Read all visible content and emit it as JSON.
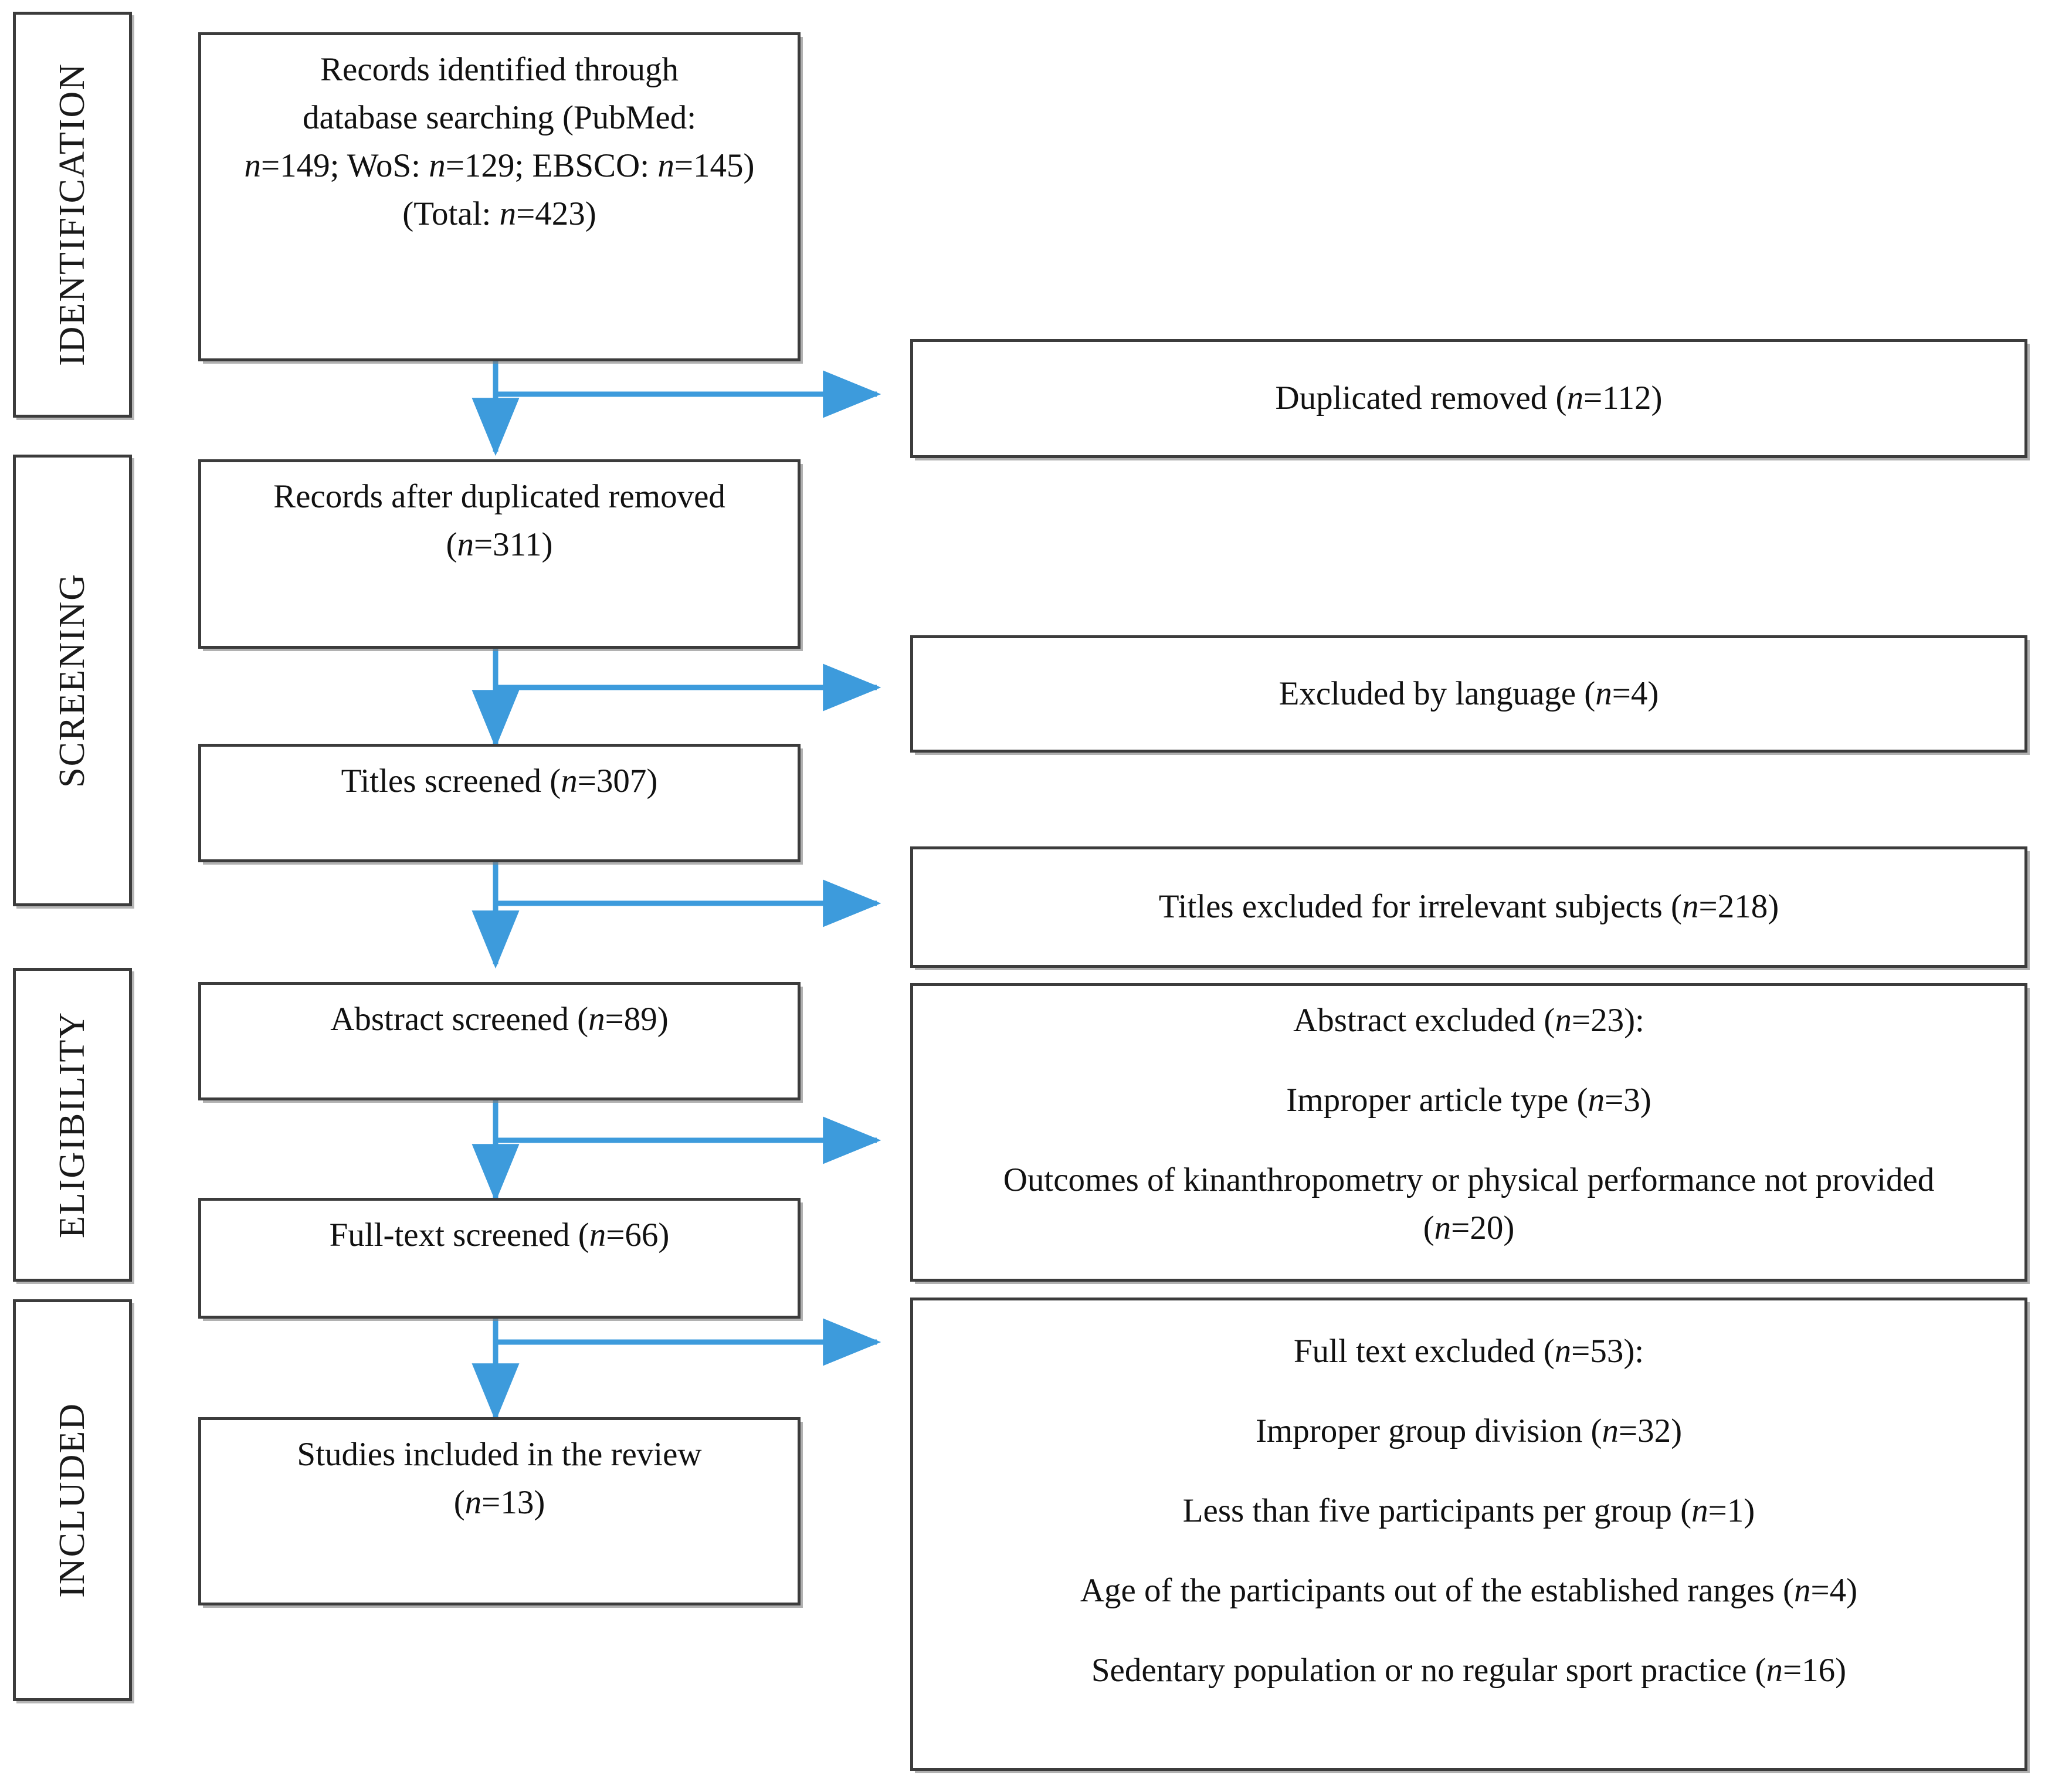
{
  "diagram": {
    "title": "PRISMA flow diagram",
    "accent_color": "#3d9bdc",
    "border_color": "#3c3c3c"
  },
  "stages": [
    {
      "id": "identification",
      "label": "IDENTIFICATION"
    },
    {
      "id": "screening",
      "label": "SCREENING"
    },
    {
      "id": "eligibility",
      "label": "ELIGIBILITY"
    },
    {
      "id": "included",
      "label": "INCLUDED"
    }
  ],
  "flow": {
    "records_identified": {
      "lines": [
        "Records identified through",
        "database searching (PubMed:",
        "n=149; WoS: n=129; EBSCO: n=145)",
        "(Total: n=423)"
      ]
    },
    "duplicated_removed": {
      "lines": [
        "Duplicated removed (n=112)"
      ]
    },
    "records_after_duplicates": {
      "lines": [
        "Records after duplicated removed",
        "(n=311)"
      ]
    },
    "excluded_by_language": {
      "lines": [
        "Excluded by language (n=4)"
      ]
    },
    "titles_screened": {
      "lines": [
        "Titles screened (n=307)"
      ]
    },
    "titles_excluded": {
      "lines": [
        "Titles excluded for irrelevant subjects (n=218)"
      ]
    },
    "abstract_screened": {
      "lines": [
        "Abstract screened (n=89)"
      ]
    },
    "abstract_excluded": {
      "lines": [
        "Abstract excluded (n=23):",
        "Improper article type (n=3)",
        "Outcomes of kinanthropometry or physical performance not provided",
        "(n=20)"
      ]
    },
    "fulltext_screened": {
      "lines": [
        "Full-text screened (n=66)"
      ]
    },
    "fulltext_excluded": {
      "lines": [
        "Full text excluded (n=53):",
        "Improper group division (n=32)",
        "Less than five participants per group (n=1)",
        "Age of the participants out of the established ranges (n=4)",
        "Sedentary population or no regular sport practice (n=16)"
      ]
    },
    "studies_included": {
      "lines": [
        "Studies included in the review",
        "(n=13)"
      ]
    }
  },
  "counts": {
    "pubmed": 149,
    "wos": 129,
    "ebsco": 145,
    "total_identified": 423,
    "duplicates_removed": 112,
    "after_duplicates": 311,
    "excluded_language": 4,
    "titles_screened": 307,
    "titles_excluded_irrelevant": 218,
    "abstracts_screened": 89,
    "abstracts_excluded": 23,
    "abstract_improper_article_type": 3,
    "abstract_no_outcomes": 20,
    "fulltext_screened": 66,
    "fulltext_excluded": 53,
    "ft_improper_group_division": 32,
    "ft_less_than_five_participants": 1,
    "ft_age_out_of_range": 4,
    "ft_sedentary_population": 16,
    "studies_included": 13
  }
}
